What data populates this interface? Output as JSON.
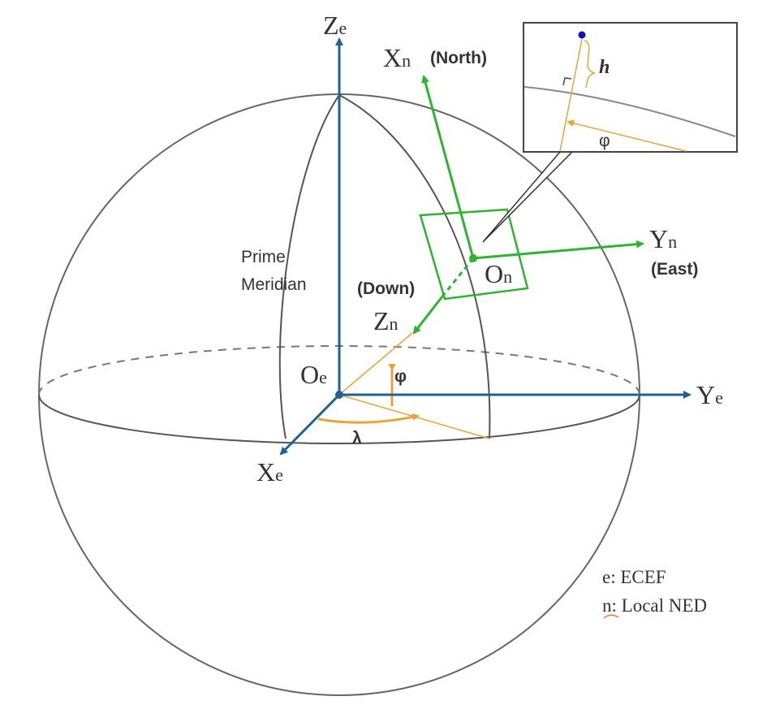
{
  "axes": {
    "ze": {
      "main": "Z",
      "sub": "e"
    },
    "ye": {
      "main": "Y",
      "sub": "e"
    },
    "xe": {
      "main": "X",
      "sub": "e"
    },
    "oe": {
      "main": "O",
      "sub": "e"
    },
    "xn": {
      "main": "X",
      "sub": "n",
      "note": "(North)"
    },
    "yn": {
      "main": "Y",
      "sub": "n",
      "note": "(East)"
    },
    "zn": {
      "main": "Z",
      "sub": "n",
      "note": "(Down)"
    },
    "on": {
      "main": "O",
      "sub": "n"
    }
  },
  "labels": {
    "prime_meridian_1": "Prime",
    "prime_meridian_2": "Meridian",
    "latitude": "φ",
    "longitude": "λ",
    "inset_height": "h",
    "inset_latitude": "φ"
  },
  "legend": {
    "e": "e: ECEF",
    "n": "n: Local NED"
  },
  "colors": {
    "ecef": "#1f6391",
    "ned": "#2fb42f",
    "angle": "#e8a43a",
    "sphere": "#666666"
  }
}
